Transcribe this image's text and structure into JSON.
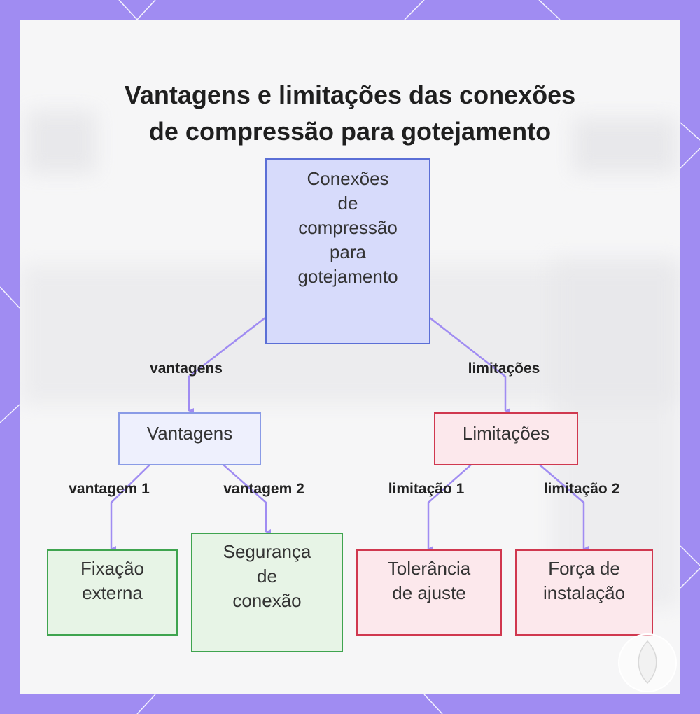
{
  "title": {
    "line1": "Vantagens e limitações das conexões",
    "line2": "de compressão para gotejamento"
  },
  "nodes": {
    "root": [
      "Conexões",
      "de",
      "compressão",
      "para",
      "gotejamento"
    ],
    "advantages": [
      "Vantagens"
    ],
    "limitations": [
      "Limitações"
    ],
    "adv1": [
      "Fixação",
      "externa"
    ],
    "adv2": [
      "Segurança",
      "de",
      "conexão"
    ],
    "lim1": [
      "Tolerância",
      "de ajuste"
    ],
    "lim2": [
      "Força de",
      "instalação"
    ]
  },
  "edges": {
    "advantages": "vantagens",
    "limitations": "limitações",
    "adv1": "vantagem 1",
    "adv2": "vantagem 2",
    "lim1": "limitação 1",
    "lim2": "limitação 2"
  },
  "colors": {
    "frame": "#a08cf2",
    "connector": "#a08cf2",
    "root_fill": "#d7dbfb",
    "advantage_border": "#3fa44f",
    "limitation_border": "#d0384f"
  }
}
